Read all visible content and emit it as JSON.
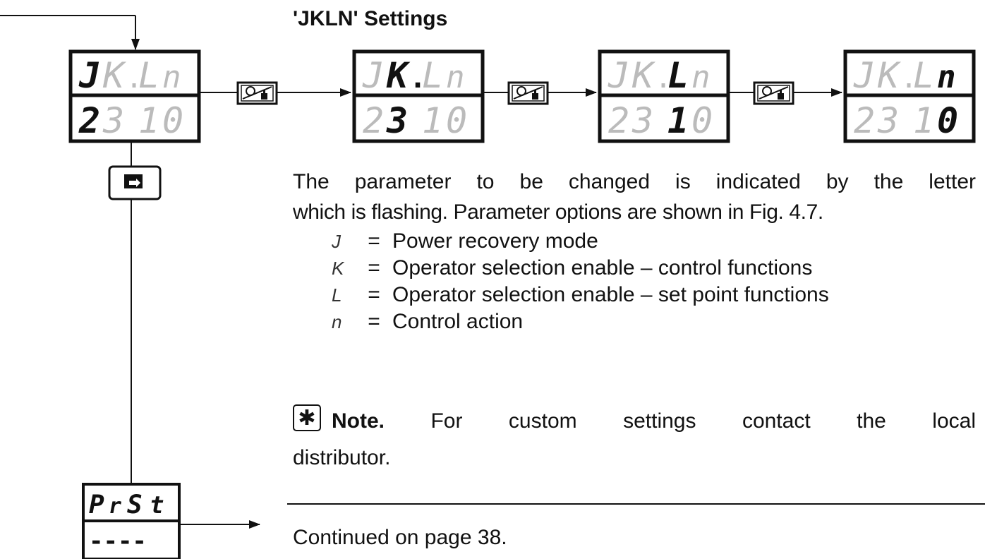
{
  "title": "'JKLN' Settings",
  "paragraph_line1": "The parameter to be changed is indicated by the letter",
  "paragraph_line2": "which is flashing. Parameter options are shown in Fig. 4.7.",
  "options": [
    {
      "symbol": "J",
      "eq": "=",
      "text": "Power recovery mode"
    },
    {
      "symbol": "K",
      "eq": "=",
      "text": "Operator selection enable – control functions"
    },
    {
      "symbol": "L",
      "eq": "=",
      "text": "Operator selection enable – set point functions"
    },
    {
      "symbol": "n",
      "eq": "=",
      "text": "Control action"
    }
  ],
  "note": {
    "icon": "asterisk-icon",
    "label": "Note.",
    "text": "For custom settings contact the local",
    "text_cont": "distributor."
  },
  "continued": "Continued on page 38.",
  "displays": {
    "start": {
      "top": "JK.Ln",
      "bottom": "2310"
    },
    "step1": {
      "top": "JK.Ln",
      "bottom": "2310"
    },
    "step2": {
      "top": "JK.Ln",
      "bottom": "2310"
    },
    "step3": {
      "top": "JK.Ln",
      "bottom": "2310"
    },
    "next": {
      "top": "PrSt",
      "bottom": "----"
    }
  },
  "icons": {
    "step_key": "raise-lower-hand-key-icon",
    "scroll_key": "scroll-key-icon"
  }
}
